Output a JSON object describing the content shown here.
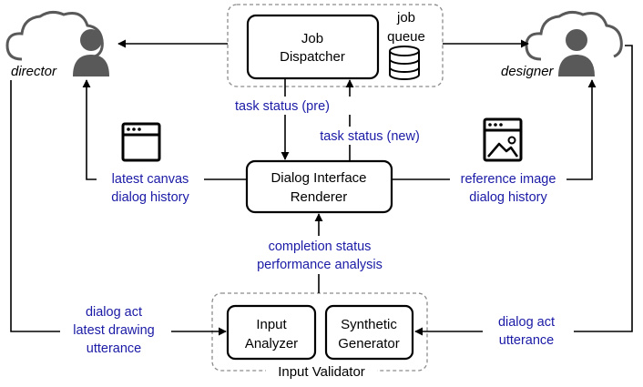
{
  "nodes": {
    "job_dispatcher": {
      "line1": "Job",
      "line2": "Dispatcher"
    },
    "job_queue": {
      "line1": "job",
      "line2": "queue"
    },
    "dialog_renderer": {
      "line1": "Dialog Interface",
      "line2": "Renderer"
    },
    "input_analyzer": {
      "line1": "Input",
      "line2": "Analyzer"
    },
    "synthetic_generator": {
      "line1": "Synthetic",
      "line2": "Generator"
    },
    "input_validator": {
      "label": "Input Validator"
    }
  },
  "roles": {
    "director": "director",
    "designer": "designer"
  },
  "edges": {
    "task_status_pre": "task status (pre)",
    "task_status_new": "task status (new)",
    "director_left": {
      "line1": "latest canvas",
      "line2": "dialog history"
    },
    "designer_right": {
      "line1": "reference image",
      "line2": "dialog history"
    },
    "validator_to_renderer": {
      "line1": "completion status",
      "line2": "performance analysis"
    },
    "director_to_validator": {
      "line1": "dialog act",
      "line2": "latest drawing",
      "line3": "utterance"
    },
    "designer_to_validator": {
      "line1": "dialog act",
      "line2": "utterance"
    }
  },
  "colors": {
    "edge_label": "#1a1aa6",
    "line": "#000000",
    "dashed_border": "#8c8c8c",
    "cloud_icon": "#595959"
  }
}
